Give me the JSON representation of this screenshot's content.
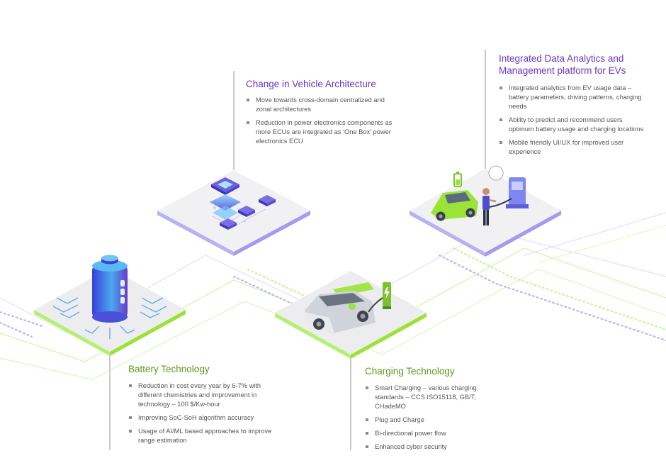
{
  "colors": {
    "purple": "#6a35c8",
    "green": "#5a9a1a",
    "lime": "#9be336",
    "lavender": "#b8b0f0",
    "platform": "#e8e8ea"
  },
  "sections": {
    "vehicle_architecture": {
      "title": "Change in Vehicle Architecture",
      "bullets": [
        "Move towards cross-domain centralized and zonal architectures",
        "Reduction in power electronics components as more ECUs are integrated as ‘One Box’ power electronics ECU"
      ],
      "icon": "chip-stack-icon"
    },
    "data_analytics": {
      "title": "Integrated Data Analytics and Management platform for EVs",
      "bullets": [
        "Integrated analytics from EV usage data – battery parameters, driving patterns, charging needs",
        "Ability to predict and recommend users optimum battery usage and charging locations",
        "Mobile friendly UI/UX for improved user experience"
      ],
      "icon": "charging-station-user-icon"
    },
    "battery": {
      "title": "Battery Technology",
      "bullets": [
        "Reduction in cost every year by 6-7% with different chemistries and improvement in technology – 100 $/Kw-hour",
        "Improving SoC-SoH algorithm accuracy",
        "Usage of AI/ML based approaches to improve range estimation"
      ],
      "icon": "battery-icon"
    },
    "charging": {
      "title": "Charging Technology",
      "bullets": [
        "Smart Charging – various charging standards – CCS ISO15118, GB/T, CHadeMO",
        "Plug and Charge",
        "Bi-directional power flow",
        "Enhanced cyber security"
      ],
      "icon": "ev-charging-icon"
    }
  }
}
